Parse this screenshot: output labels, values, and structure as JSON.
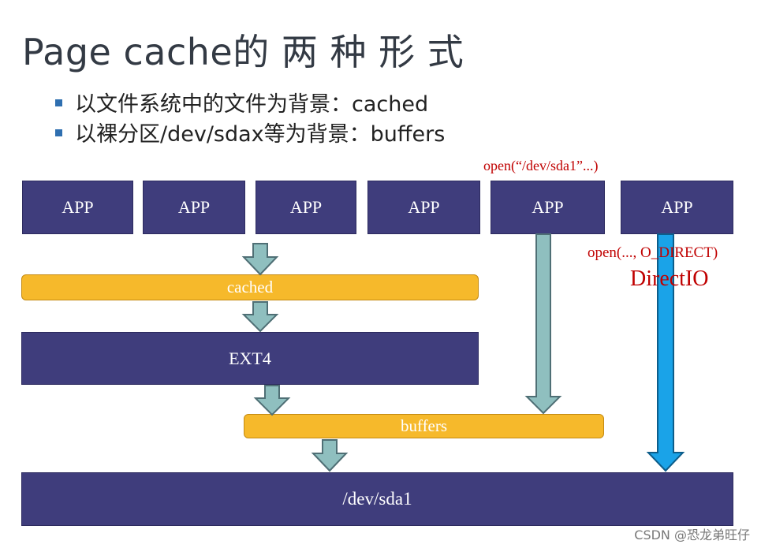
{
  "title": "Page cache的 两 种 形 式",
  "bullets": [
    "以文件系统中的文件为背景：cached",
    "以裸分区/dev/sdax等为背景：buffers"
  ],
  "apps": [
    "APP",
    "APP",
    "APP",
    "APP",
    "APP",
    "APP"
  ],
  "layers": {
    "cached": "cached",
    "ext4": "EXT4",
    "buffers": "buffers",
    "device": "/dev/sda1"
  },
  "annotations": {
    "open_raw": "open(“/dev/sda1”...)",
    "open_direct": "open(..., O_DIRECT)",
    "directio": "DirectIO"
  },
  "colors": {
    "box": "#3f3d7c",
    "bar": "#f6b92b",
    "arrow_teal": "#8fbfbf",
    "arrow_blue": "#1aa3e8",
    "annotation": "#c00000"
  },
  "watermark": "CSDN @恐龙弟旺仔"
}
